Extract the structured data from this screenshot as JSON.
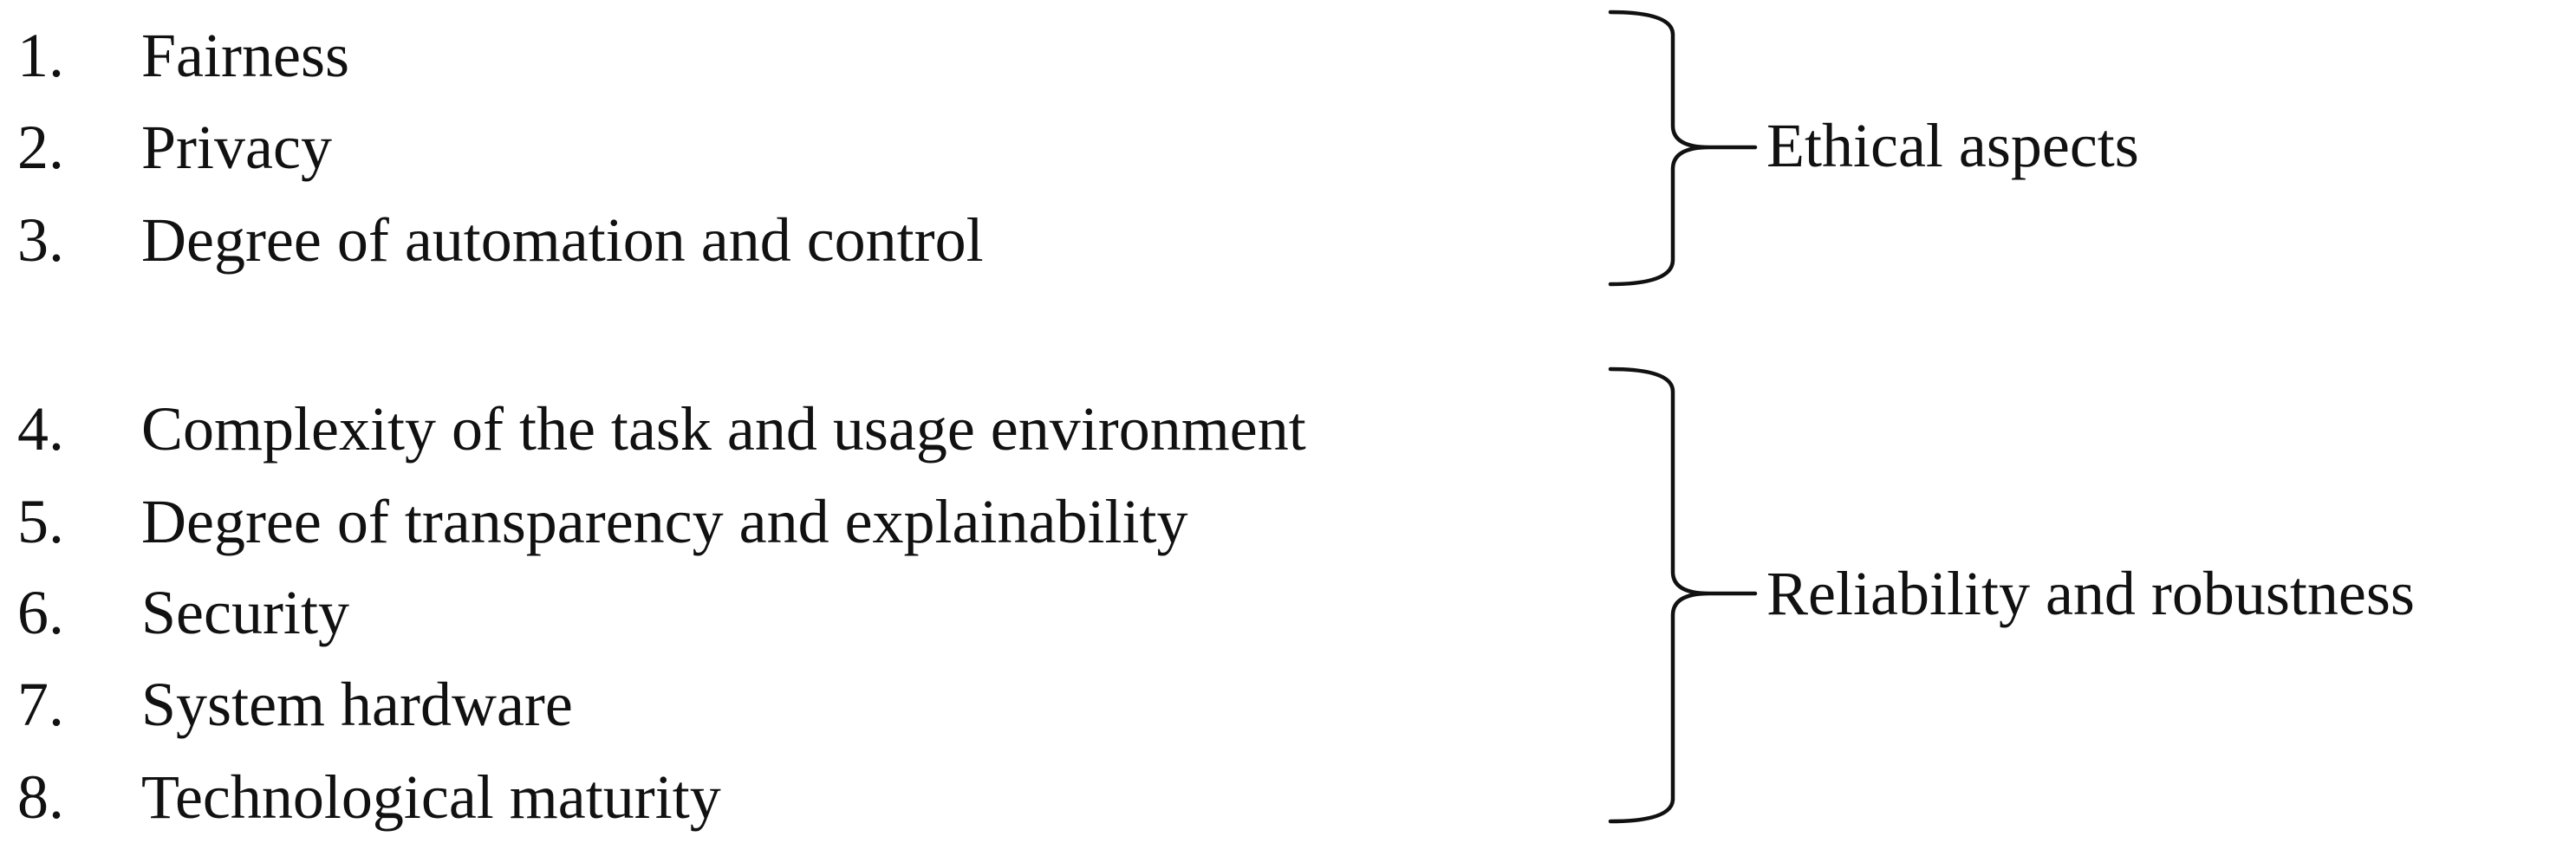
{
  "items": [
    {
      "number": "1.",
      "label": "Fairness"
    },
    {
      "number": "2.",
      "label": "Privacy"
    },
    {
      "number": "3.",
      "label": "Degree of automation and control"
    },
    {
      "number": "4.",
      "label": "Complexity of the task and usage environment"
    },
    {
      "number": "5.",
      "label": "Degree of transparency and explainability"
    },
    {
      "number": "6.",
      "label": "Security"
    },
    {
      "number": "7.",
      "label": "System hardware"
    },
    {
      "number": "8.",
      "label": "Technological maturity"
    }
  ],
  "groups": [
    {
      "label": "Ethical aspects"
    },
    {
      "label": "Reliability and robustness"
    }
  ]
}
